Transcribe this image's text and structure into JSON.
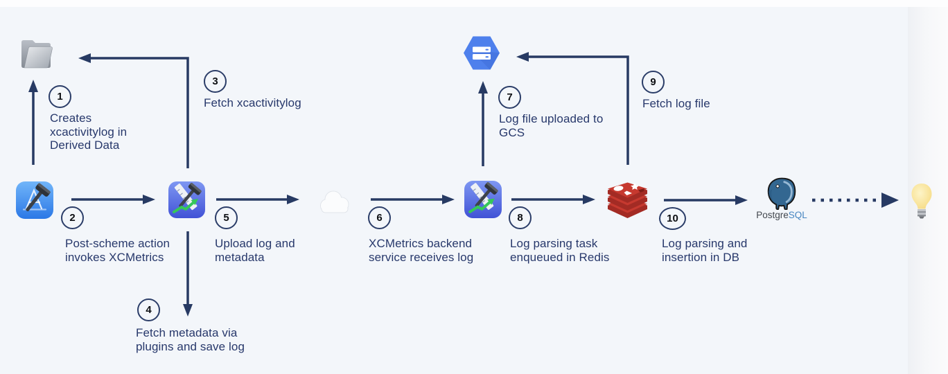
{
  "diagram": {
    "kind": "architecture-flow-diagram",
    "background_color": "#F3F6FA",
    "arrow_color": "#273A63",
    "label_color": "#27386B",
    "badge_border_color": "#2B3D68"
  },
  "steps": [
    {
      "num": "1",
      "label": "Creates\nxcactivitylog in\nDerived Data"
    },
    {
      "num": "2",
      "label": "Post-scheme action\ninvokes XCMetrics"
    },
    {
      "num": "3",
      "label": "Fetch xcactivitylog"
    },
    {
      "num": "4",
      "label": "Fetch metadata via\nplugins and save log"
    },
    {
      "num": "5",
      "label": "Upload log and\nmetadata"
    },
    {
      "num": "6",
      "label": "XCMetrics backend\nservice receives log"
    },
    {
      "num": "7",
      "label": "Log file uploaded to\nGCS"
    },
    {
      "num": "8",
      "label": "Log parsing task\nenqueued in Redis"
    },
    {
      "num": "9",
      "label": "Fetch log file"
    },
    {
      "num": "10",
      "label": "Log parsing and\ninsertion in DB"
    }
  ],
  "nodes": [
    {
      "icon": "derived-data-folder-icon"
    },
    {
      "icon": "xcode-icon"
    },
    {
      "icon": "xcmetrics-client-icon"
    },
    {
      "icon": "cloud-icon"
    },
    {
      "icon": "google-cloud-storage-icon"
    },
    {
      "icon": "xcmetrics-backend-icon"
    },
    {
      "icon": "redis-icon"
    },
    {
      "icon": "postgresql-icon"
    },
    {
      "icon": "lightbulb-icon"
    }
  ],
  "postgresql": {
    "word_dark": "Postgre",
    "word_blue": "SQL"
  },
  "colors": {
    "gcs_blue": "#4E80EC",
    "redis_red": "#C6392F",
    "postgres_blue": "#336791",
    "green_arrow": "#35C759"
  }
}
